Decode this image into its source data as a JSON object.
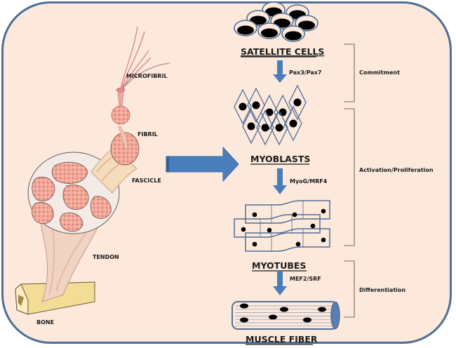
{
  "colors": {
    "background": "#fde9dc",
    "frame_border": "#4f6f97",
    "arrow_blue": "#4a7ebb",
    "cell_outline": "#4f6f97",
    "nucleus": "#000000",
    "bracket": "#7a6a5a",
    "tissue_pink": "#f2a99a",
    "bone_yellow": "#f3dc95"
  },
  "anatomy": {
    "labels": {
      "microfibril": "MICROFIBRIL",
      "fibril": "FIBRIL",
      "fascicle": "FASCICLE",
      "tendon": "TENDON",
      "bone": "BONE"
    }
  },
  "pathway": {
    "stages": [
      {
        "name": "SATELLITE CELLS"
      },
      {
        "name": "MYOBLASTS"
      },
      {
        "name": "MYOTUBES"
      },
      {
        "name": "MUSCLE FIBER"
      }
    ],
    "factors": [
      {
        "label": "Pax3/Pax7"
      },
      {
        "label": "MyoG/MRF4"
      },
      {
        "label": "MEF2/SRF"
      }
    ],
    "phases": [
      {
        "label": "Commitment"
      },
      {
        "label": "Activation/Proliferation"
      },
      {
        "label": "Differentiation"
      }
    ]
  },
  "icons": {
    "main_arrow": "right-arrow-icon",
    "step_arrow": "down-arrow-icon"
  }
}
